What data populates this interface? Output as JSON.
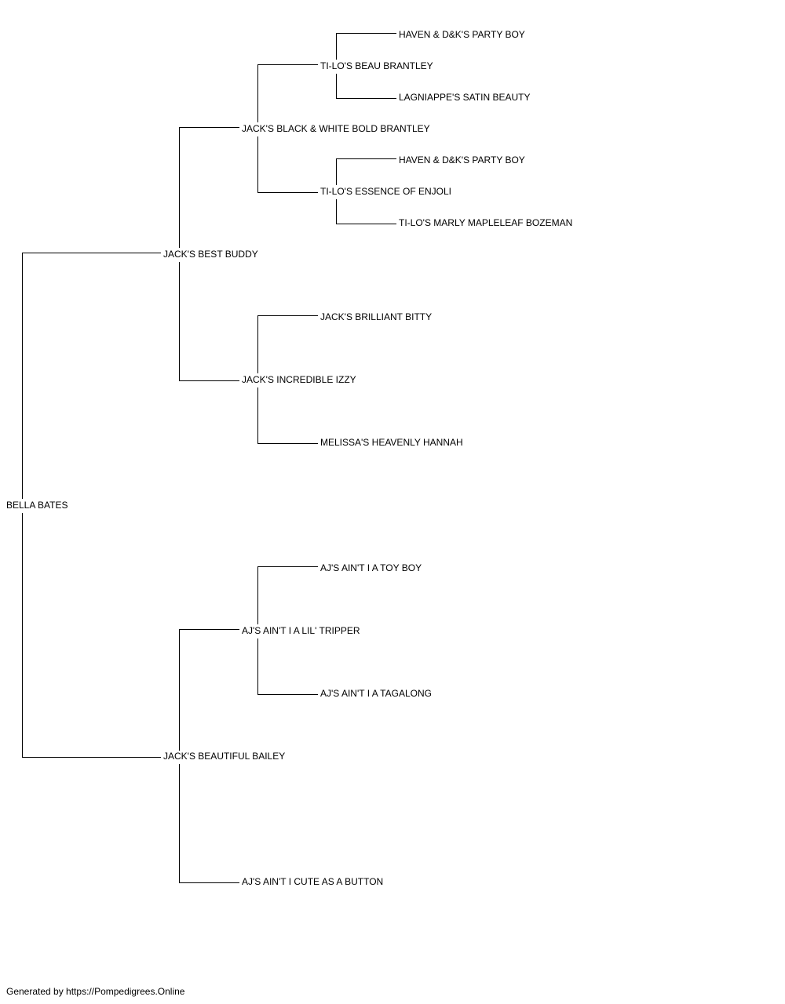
{
  "pedigree": {
    "subject": "BELLA BATES",
    "sire": "JACK'S BEST BUDDY",
    "dam": "JACK'S BEAUTIFUL BAILEY",
    "sire_sire": "JACK'S BLACK & WHITE BOLD BRANTLEY",
    "sire_dam": "JACK'S INCREDIBLE IZZY",
    "dam_sire": "AJ'S AIN'T I A LIL' TRIPPER",
    "dam_dam": "AJ'S AIN'T I CUTE AS A BUTTON",
    "sire_sire_sire": "TI-LO'S BEAU BRANTLEY",
    "sire_sire_dam": "TI-LO'S ESSENCE OF ENJOLI",
    "sire_dam_sire": "JACK'S BRILLIANT BITTY",
    "sire_dam_dam": "MELISSA'S HEAVENLY HANNAH",
    "dam_sire_sire": "AJ'S AIN'T I A TOY BOY",
    "dam_sire_dam": "AJ'S AIN'T I A TAGALONG",
    "sire_sire_sire_sire": "HAVEN & D&K'S PARTY BOY",
    "sire_sire_sire_dam": "LAGNIAPPE'S SATIN BEAUTY",
    "sire_sire_dam_sire": "HAVEN & D&K'S PARTY BOY",
    "sire_sire_dam_dam": "TI-LO'S MARLY MAPLELEAF BOZEMAN"
  },
  "footer": "Generated by https://Pompedigrees.Online",
  "line_color": "#000000"
}
